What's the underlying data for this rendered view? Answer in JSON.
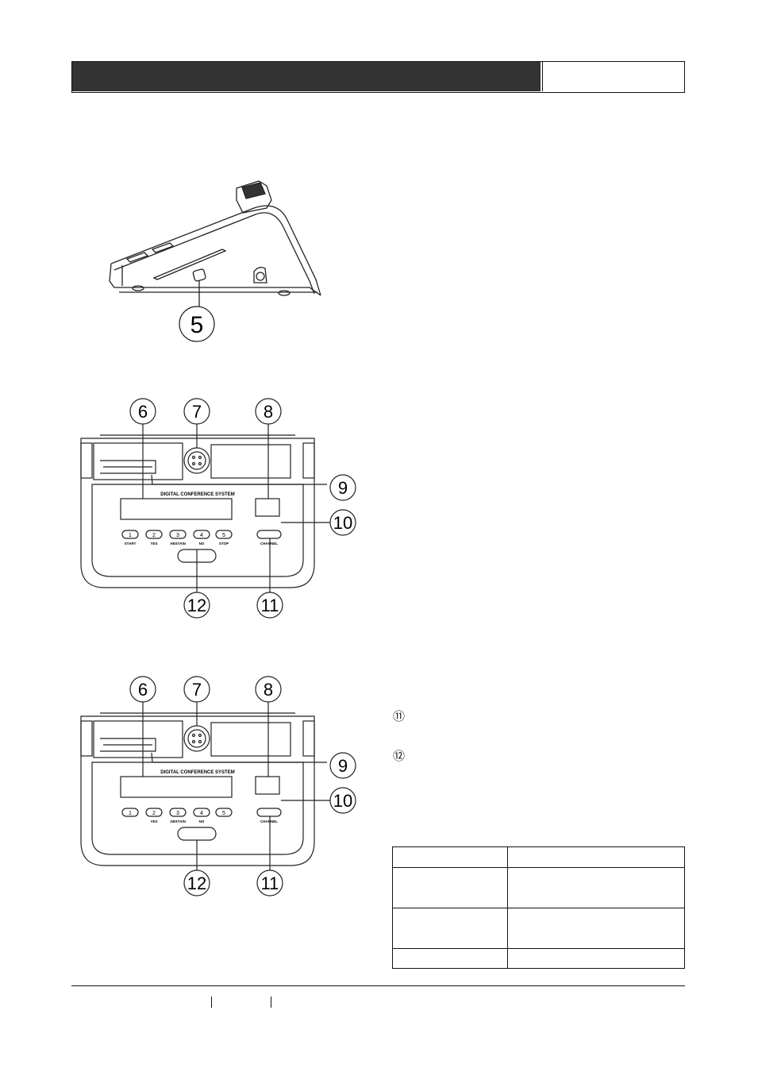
{
  "header": {
    "section_title": "",
    "page_label": ""
  },
  "figures": {
    "side_view": {
      "callouts": [
        "5"
      ]
    },
    "front_view_a": {
      "callouts": [
        "6",
        "7",
        "8",
        "9",
        "10",
        "11",
        "12"
      ],
      "panel_text": "DIGITAL CONFERENCE SYSTEM",
      "keys": [
        {
          "num": "1",
          "label": "START"
        },
        {
          "num": "2",
          "label": "YES"
        },
        {
          "num": "3",
          "label": "ABSTAIN"
        },
        {
          "num": "4",
          "label": "NO"
        },
        {
          "num": "5",
          "label": "STOP"
        }
      ],
      "channel_label": "CHANNEL"
    },
    "front_view_b": {
      "callouts": [
        "6",
        "7",
        "8",
        "9",
        "10",
        "11",
        "12"
      ],
      "panel_text": "DIGITAL CONFERENCE SYSTEM",
      "keys": [
        {
          "num": "1",
          "label": ""
        },
        {
          "num": "2",
          "label": "YES"
        },
        {
          "num": "3",
          "label": "ABSTAIN"
        },
        {
          "num": "4",
          "label": "NO"
        },
        {
          "num": "5",
          "label": ""
        }
      ],
      "channel_label": "CHANNEL"
    }
  },
  "notes": {
    "marker_11": "⑪",
    "marker_12": "⑫"
  },
  "spec_table": {
    "rows": [
      [
        "",
        ""
      ],
      [
        "",
        ""
      ],
      [
        "",
        ""
      ],
      [
        "",
        ""
      ]
    ]
  }
}
